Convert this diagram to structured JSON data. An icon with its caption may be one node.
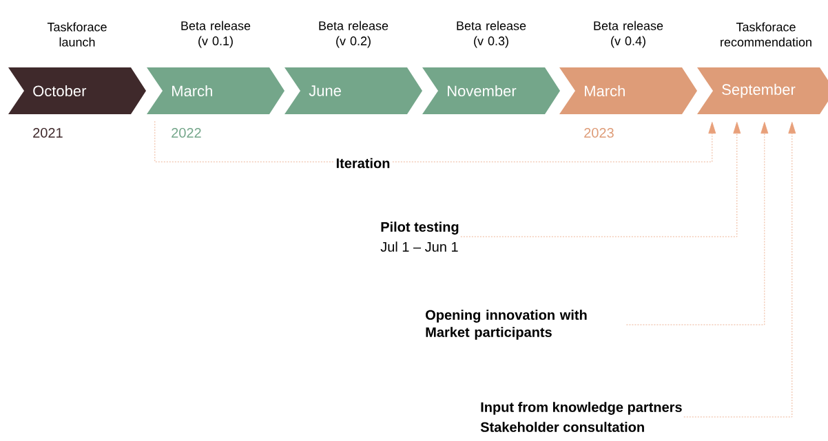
{
  "diagram": {
    "nodes": [
      {
        "text": [
          "Taskforace launch",
          "October"
        ],
        "beside": [
          "2021"
        ]
      },
      {
        "text": [
          "Beta release (v 0.1)",
          "March"
        ],
        "beside": [
          "2022"
        ]
      },
      {
        "text": [
          "Beta release (v 0.2)",
          "June"
        ]
      },
      {
        "text": [
          "Beta release (v 0.3)",
          "November"
        ]
      },
      {
        "text": [
          "Beta release (v 0.4)",
          "March"
        ],
        "beside": [
          "2023"
        ]
      },
      {
        "text": [
          "Taskforace recommendation",
          "September"
        ]
      },
      {
        "text": [
          "Pilot testing",
          "Jul 1 – Jun 1"
        ]
      },
      {
        "text": [
          "Opening innovation with Market participants"
        ]
      },
      {
        "text": [
          "Input from knowledge partners",
          "Stakeholder consultation"
        ]
      }
    ],
    "edges": [
      {
        "from": 1,
        "to": 5,
        "arrow": "to",
        "label": "Iteration",
        "style": "dashed"
      },
      {
        "from": 6,
        "to": 5,
        "arrow": "to",
        "style": "dashed"
      },
      {
        "from": 7,
        "to": 5,
        "arrow": "to",
        "style": "dashed"
      },
      {
        "from": 8,
        "to": 5,
        "arrow": "to",
        "style": "dashed"
      }
    ]
  }
}
